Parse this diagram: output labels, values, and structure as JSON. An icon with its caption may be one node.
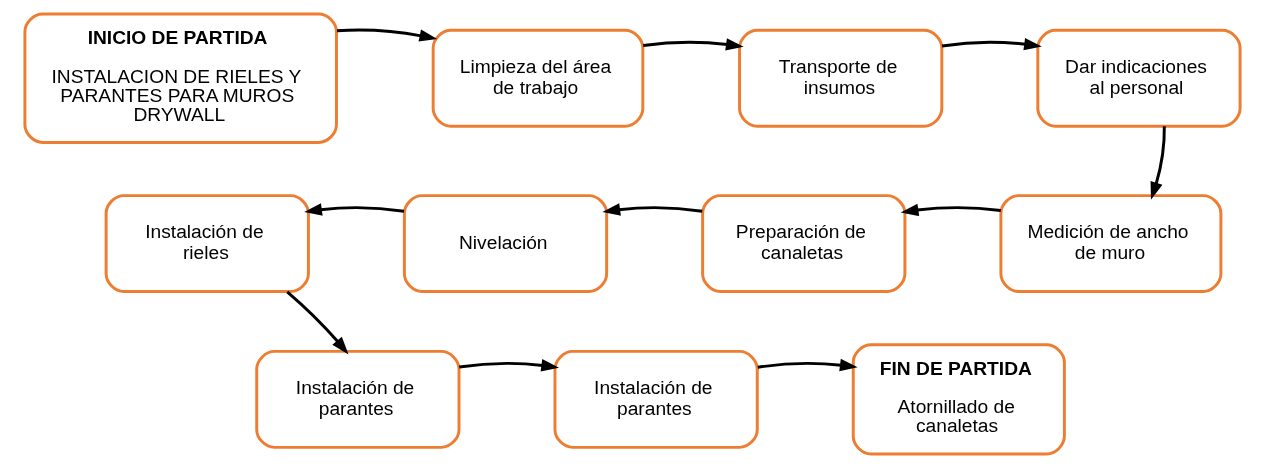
{
  "diagram": {
    "nodes": [
      {
        "text": [
          "INICIO DE PARTIDA",
          "INSTALACION DE RIELES Y PARANTES PARA MUROS DRYWALL"
        ]
      },
      {
        "text": [
          "Limpieza del área de trabajo"
        ]
      },
      {
        "text": [
          "Transporte de insumos"
        ]
      },
      {
        "text": [
          "Dar indicaciones al personal"
        ]
      },
      {
        "text": [
          "Medición de ancho de muro"
        ]
      },
      {
        "text": [
          "Preparación de canaletas"
        ]
      },
      {
        "text": [
          "Nivelación"
        ]
      },
      {
        "text": [
          "Instalación de rieles"
        ]
      },
      {
        "text": [
          "Instalación de parantes"
        ]
      },
      {
        "text": [
          "Instalación de parantes"
        ]
      },
      {
        "text": [
          "FIN DE PARTIDA",
          "Atornillado de canaletas"
        ]
      }
    ],
    "edges": [
      {
        "from": 0,
        "to": 1,
        "arrow": "to"
      },
      {
        "from": 1,
        "to": 2,
        "arrow": "to"
      },
      {
        "from": 2,
        "to": 3,
        "arrow": "to"
      },
      {
        "from": 3,
        "to": 4,
        "arrow": "to"
      },
      {
        "from": 4,
        "to": 5,
        "arrow": "to"
      },
      {
        "from": 5,
        "to": 6,
        "arrow": "to"
      },
      {
        "from": 6,
        "to": 7,
        "arrow": "to"
      },
      {
        "from": 7,
        "to": 8,
        "arrow": "to"
      },
      {
        "from": 8,
        "to": 9,
        "arrow": "to"
      },
      {
        "from": 9,
        "to": 10,
        "arrow": "to"
      }
    ]
  }
}
